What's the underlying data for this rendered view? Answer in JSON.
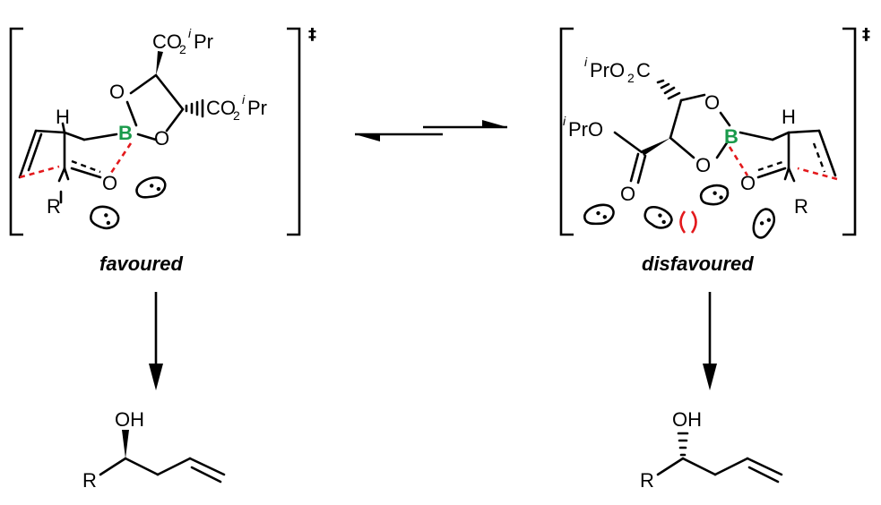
{
  "labels": {
    "favoured": "favoured",
    "disfavoured": "disfavoured",
    "dagger": "‡"
  },
  "atoms": {
    "carbonyl_o": "O",
    "ring_o": "O",
    "boron": "B",
    "h": "H",
    "r": "R",
    "oh": "OH",
    "co2": "CO",
    "two": "2",
    "iso": "i",
    "pr": "Pr"
  },
  "colors": {
    "boron": "#1a9a4b",
    "forming_bonds": "#e3191c",
    "steric_clash": "#e3191c",
    "ink": "#000000"
  },
  "icons": [
    "lone-pair-icon",
    "equilibrium-arrow-icon",
    "reaction-arrow-icon",
    "steric-clash-icon"
  ]
}
